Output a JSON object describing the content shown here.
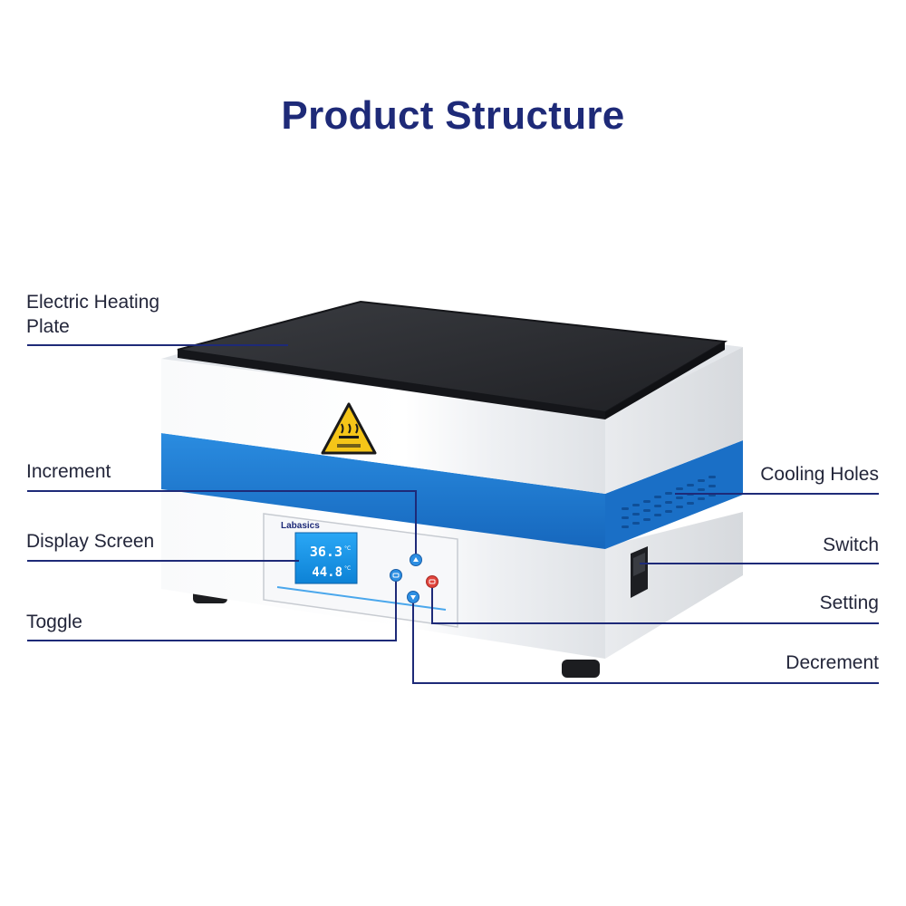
{
  "title": "Product Structure",
  "labels": {
    "heating_plate_line1": "Electric Heating",
    "heating_plate_line2": "Plate",
    "increment": "Increment",
    "display_screen": "Display Screen",
    "toggle": "Toggle",
    "cooling_holes": "Cooling Holes",
    "switch": "Switch",
    "setting": "Setting",
    "decrement": "Decrement"
  },
  "device": {
    "brand": "Labasics",
    "reading_top": "36.3",
    "reading_bottom": "44.8",
    "unit": "°C"
  },
  "colors": {
    "title": "#1e2a78",
    "leader_line": "#1e2a78",
    "body": "#f2f3f5",
    "blue_band": "#1f7fd6",
    "plate": "#2b2d31",
    "screen": "#1596ea",
    "warning": "#f5c518"
  }
}
